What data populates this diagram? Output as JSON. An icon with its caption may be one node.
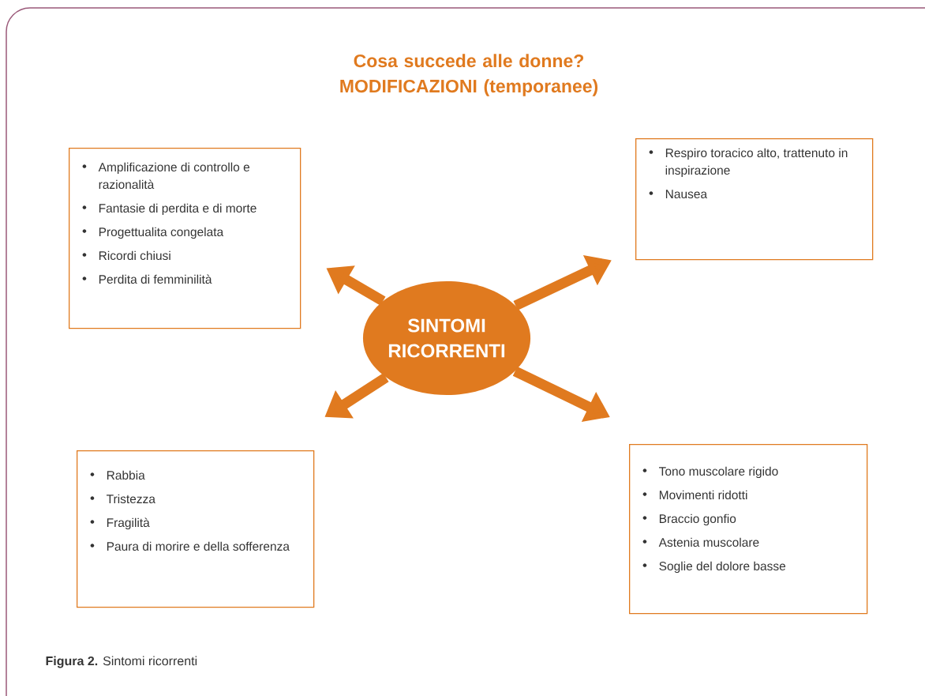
{
  "diagram": {
    "title": "Cosa succede alle donne? MODIFICAZIONI (temporanee)",
    "caption": "**Figura 2.** Sintomi ricorrenti",
    "nodes": [
      {
        "text": [
          "Amplificazione di controllo e razionalità",
          "Fantasie di perdita e di morte",
          "Progettualita congelata",
          "Ricordi chiusi",
          "Perdita di femminilità"
        ]
      },
      {
        "text": [
          "Respiro toracico alto, trattenuto in inspirazione",
          "Nausea"
        ]
      },
      {
        "text": [
          "SINTOMI RICORRENTI"
        ]
      },
      {
        "text": [
          "Rabbia",
          "Tristezza",
          "Fragilità",
          "Paura di morire e della sofferenza"
        ]
      },
      {
        "text": [
          "Tono muscolare rigido",
          "Movimenti ridotti",
          "Braccio gonfio",
          "Astenia muscolare",
          "Soglie del dolore basse"
        ]
      }
    ],
    "edges": [
      {
        "from": 2,
        "to": 0,
        "arrow": "to"
      },
      {
        "from": 2,
        "to": 1,
        "arrow": "to"
      },
      {
        "from": 2,
        "to": 3,
        "arrow": "to"
      },
      {
        "from": 2,
        "to": 4,
        "arrow": "to"
      }
    ]
  }
}
